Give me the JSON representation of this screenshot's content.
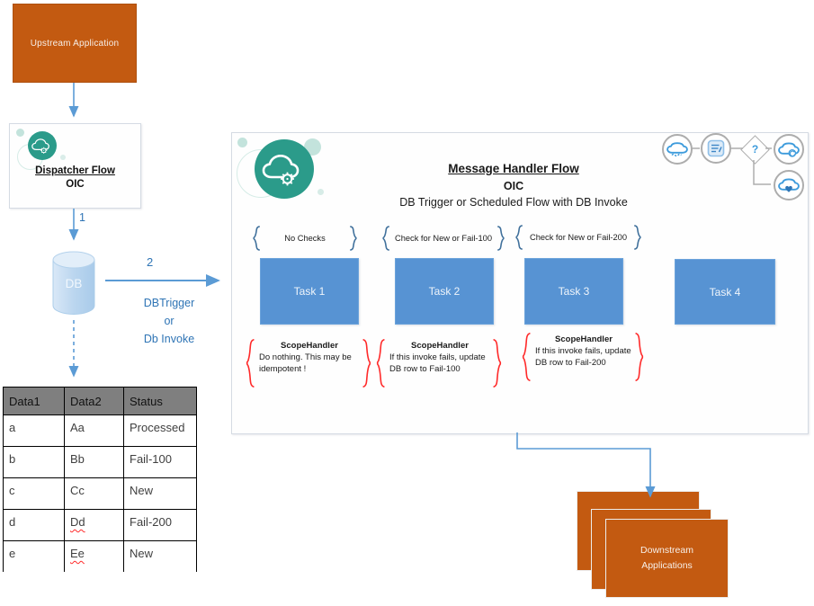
{
  "upstream": {
    "label": "Upstream Application"
  },
  "dispatcher": {
    "title": "Dispatcher Flow",
    "subtitle": "OIC",
    "icon": "oic-cloud-gear-icon"
  },
  "db": {
    "label": "DB"
  },
  "connectors": {
    "step1": "1",
    "step2": "2",
    "trigger_lines": [
      "DBTrigger",
      "or",
      "Db Invoke"
    ]
  },
  "table": {
    "headers": [
      "Data1",
      "Data2",
      "Status"
    ],
    "rows": [
      [
        "a",
        "Aa",
        "Processed"
      ],
      [
        "b",
        "Bb",
        "Fail-100"
      ],
      [
        "c",
        "Cc",
        "New"
      ],
      [
        "d",
        "Dd",
        "Fail-200"
      ],
      [
        "e",
        "Ee",
        "New"
      ]
    ]
  },
  "handler": {
    "title": "Message Handler Flow",
    "subtitle": "OIC",
    "description": "DB Trigger or Scheduled Flow with DB Invoke",
    "logo_icon": "oic-cloud-gear-icon",
    "checks": [
      "No Checks",
      "Check for New or Fail-100",
      "Check for New or Fail-200"
    ],
    "tasks": [
      "Task 1",
      "Task 2",
      "Task 3",
      "Task 4"
    ],
    "scopes": [
      {
        "title": "ScopeHandler",
        "body": "Do nothing. This may be idempotent !"
      },
      {
        "title": "ScopeHandler",
        "body": "If this invoke fails, update DB row to Fail-100"
      },
      {
        "title": "ScopeHandler",
        "body": "If this invoke fails, update DB row to Fail-200"
      }
    ],
    "miniflow": {
      "icons": [
        "cloud-dashed-icon",
        "document-notes-icon",
        "question-diamond-icon",
        "cloud-sync-icon",
        "cloud-heart-icon"
      ],
      "question_mark": "?"
    }
  },
  "downstream": {
    "label": "Downstream Applications"
  },
  "colors": {
    "orange": "#C35A11",
    "teal": "#2B9B8A",
    "task_blue": "#5793D3",
    "connector_blue": "#5B9BD5",
    "label_blue": "#2E74B5",
    "brace_navy": "#41719C",
    "brace_red": "#FF2A2A",
    "table_header_gray": "#7F7F7F",
    "miniflow_blue": "#3D9BDC"
  }
}
